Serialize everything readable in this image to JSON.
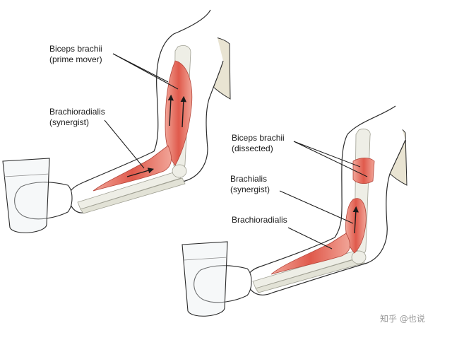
{
  "figure_one": {
    "biceps_label": "Biceps brachii",
    "biceps_role": "(prime mover)",
    "brachioradialis_label": "Brachioradialis",
    "brachioradialis_role": "(synergist)"
  },
  "figure_two": {
    "biceps_label": "Biceps brachii",
    "biceps_role": "(dissected)",
    "brachialis_label": "Brachialis",
    "brachialis_role": "(synergist)",
    "brachioradialis_label": "Brachioradialis"
  },
  "watermark": "知乎 @也说",
  "colors": {
    "outline": "#2b2b2b",
    "skin": "#ffffff",
    "muscle": "#e2675a",
    "muscle_light": "#f0a99c",
    "bone": "#eeeee6",
    "bone_shade": "#cfcfc3",
    "shoulder": "#e9e4d2"
  }
}
